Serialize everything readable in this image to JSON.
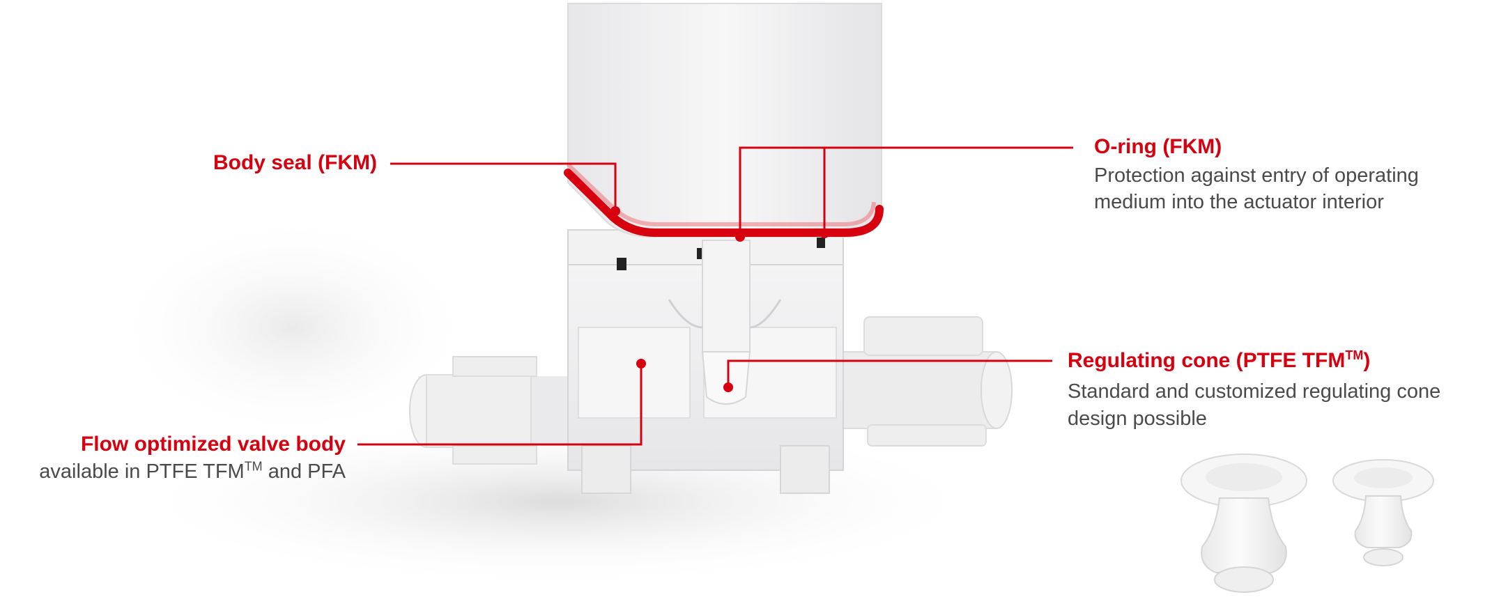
{
  "colors": {
    "accent": "#d7000f",
    "text": "#4a4a4a",
    "part": "#eeeeef",
    "background": "#ffffff"
  },
  "callouts": {
    "body_seal": {
      "title": "Body seal (FKM)"
    },
    "o_ring": {
      "title": "O-ring (FKM)",
      "desc_line1": "Protection against entry of operating",
      "desc_line2": "medium into the actuator interior"
    },
    "regulating_cone": {
      "title": "Regulating cone (PTFE TFM",
      "title_sup": "TM",
      "title_end": ")",
      "desc_line1": "Standard and customized regulating cone",
      "desc_line2": "design possible"
    },
    "valve_body": {
      "title": "Flow optimized valve body",
      "desc_pre": "available in PTFE TFM",
      "desc_sup": "TM",
      "desc_post": " and PFA"
    }
  }
}
